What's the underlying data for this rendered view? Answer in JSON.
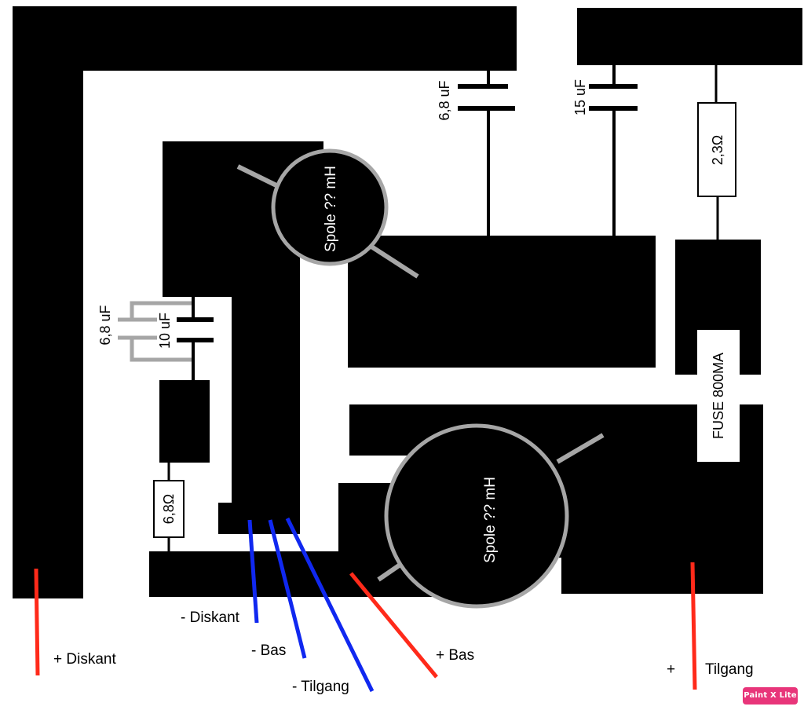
{
  "capacitors": {
    "c_top_left": "6,8 uF",
    "c_top_right": "15 uF",
    "c_left_gray": "6,8 uF",
    "c_left_black": "10 uF"
  },
  "resistors": {
    "r_top": "2,3Ω",
    "r_left": "6,8Ω"
  },
  "fuse": "FUSE 800MA",
  "coils": {
    "coil_upper": "Spole ?? mH",
    "coil_lower": "Spole ?? mH"
  },
  "wires": {
    "plus_diskant": "+ Diskant",
    "minus_diskant": "- Diskant",
    "minus_bas": "- Bas",
    "minus_tilgang": "- Tilgang",
    "plus_bas": "+ Bas",
    "plus_sign": "+",
    "tilgang": "Tilgang"
  },
  "watermark": "Paint X Lite",
  "colors": {
    "trace": "#000000",
    "coil_ring": "#a6a6a6",
    "plus_wire": "#ff2a1a",
    "minus_wire": "#1028f0",
    "gray_cap": "#a6a6a6"
  }
}
